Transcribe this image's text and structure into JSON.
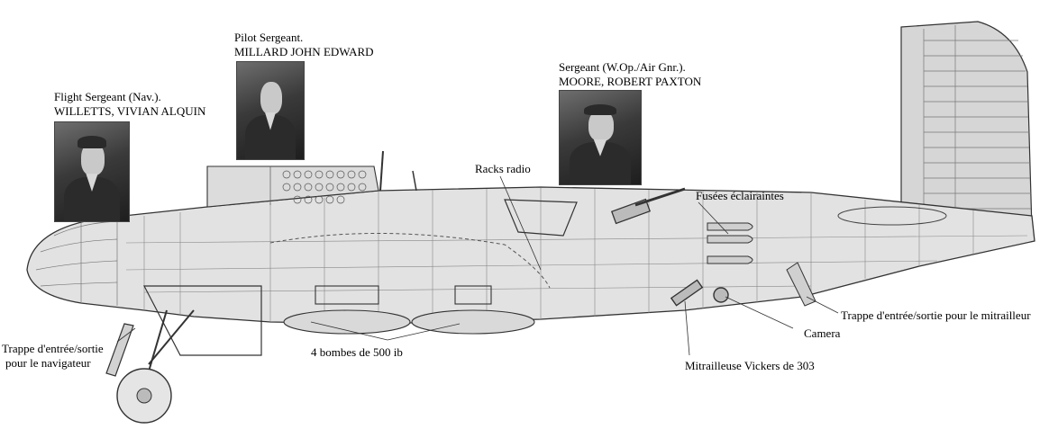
{
  "crew": [
    {
      "rank": "Flight Sergeant (Nav.).",
      "name": "WILLETTS, VIVIAN ALQUIN"
    },
    {
      "rank": "Pilot Sergeant.",
      "name": "MILLARD JOHN EDWARD"
    },
    {
      "rank": "Sergeant (W.Op./Air Gnr.).",
      "name": "MOORE, ROBERT PAXTON"
    }
  ],
  "labels": {
    "racks_radio": "Racks radio",
    "fusees": "Fusées éclairaintes",
    "trappe_nav_1": "Trappe d'entrée/sortie",
    "trappe_nav_2": "pour le navigateur",
    "bombes": "4 bombes de 500 ib",
    "vickers": "Mitrailleuse Vickers de 303",
    "camera": "Camera",
    "trappe_mitr": "Trappe d'entrée/sortie pour le mitrailleur"
  },
  "colors": {
    "fuselage": "#e2e2e2",
    "line": "#333333",
    "tail": "#d6d6d6"
  }
}
